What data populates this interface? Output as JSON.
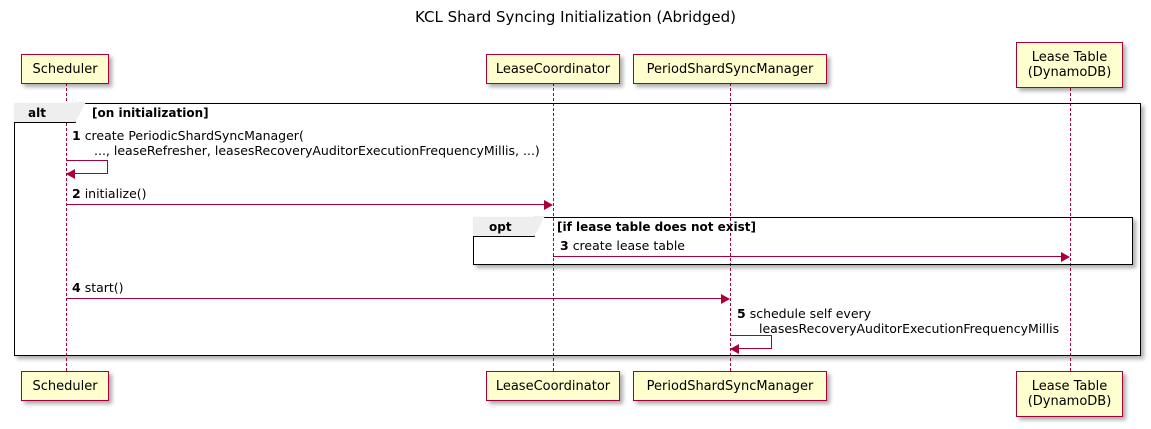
{
  "diagram": {
    "title": "KCL Shard Syncing Initialization (Abridged)",
    "type": "sequence-diagram"
  },
  "participants": [
    {
      "id": "scheduler",
      "lines": [
        "Scheduler"
      ]
    },
    {
      "id": "coordinator",
      "lines": [
        "LeaseCoordinator"
      ]
    },
    {
      "id": "syncmanager",
      "lines": [
        "PeriodShardSyncManager"
      ]
    },
    {
      "id": "leasetable",
      "lines": [
        "Lease Table",
        "(DynamoDB)"
      ]
    }
  ],
  "frames": [
    {
      "id": "alt",
      "keyword": "alt",
      "condition": "[on initialization]"
    },
    {
      "id": "opt",
      "keyword": "opt",
      "condition": "[if lease table does not exist]"
    }
  ],
  "messages": [
    {
      "num": "1",
      "kind": "self",
      "from": "scheduler",
      "to": "scheduler",
      "line1": "create PeriodicShardSyncManager(",
      "line2": "..., leaseRefresher, leasesRecoveryAuditorExecutionFrequencyMillis, ...)"
    },
    {
      "num": "2",
      "kind": "call",
      "from": "scheduler",
      "to": "coordinator",
      "line1": "initialize()",
      "line2": ""
    },
    {
      "num": "3",
      "kind": "call",
      "from": "coordinator",
      "to": "leasetable",
      "line1": "create lease table",
      "line2": ""
    },
    {
      "num": "4",
      "kind": "call",
      "from": "scheduler",
      "to": "syncmanager",
      "line1": "start()",
      "line2": ""
    },
    {
      "num": "5",
      "kind": "self",
      "from": "syncmanager",
      "to": "syncmanager",
      "line1": "schedule self every",
      "line2": "leasesRecoveryAuditorExecutionFrequencyMillis"
    }
  ],
  "colors": {
    "participant_fill": "#FEFECE",
    "participant_border": "#A80036",
    "arrow": "#A80036",
    "frame_border": "#000000",
    "frame_tab_fill": "#EEEEEE",
    "background": "#FFFFFF"
  }
}
